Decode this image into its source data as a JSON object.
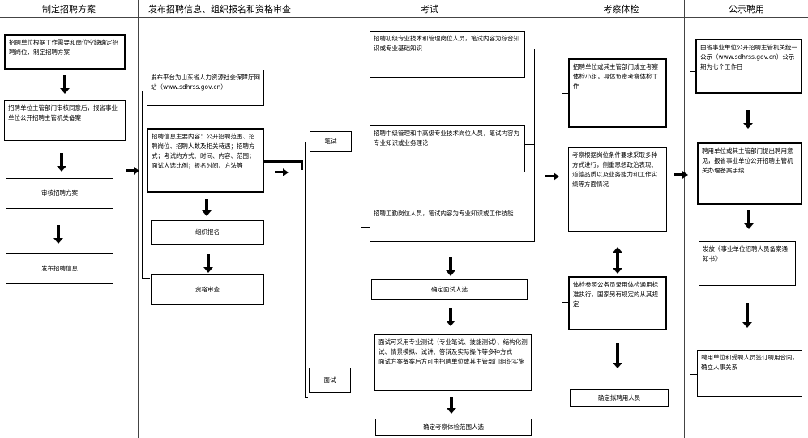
{
  "headers": [
    "制定招聘方案",
    "发布招聘信息、组织报名和资格审查",
    "考试",
    "考察体检",
    "公示聘用"
  ],
  "col1": {
    "box1": "招聘单位根据工作需要和岗位空缺确定招聘岗位，制定招聘方案",
    "box2": "招聘单位主管部门审核同意后，报省事业单位公开招聘主管机关备案",
    "box3": "审核招聘方案",
    "box4": "发布招聘信息"
  },
  "col2": {
    "box1": "发布平台为山东省人力资源社会保障厅网站（www.sdhrss.gov.cn）",
    "box2": "招聘信息主要内容：公开招聘范围、招聘岗位、招聘人数及相关待遇；招聘方式；考试的方式、时间、内容、范围；面试人选比例；报名时间、方法等",
    "box3": "组织报名",
    "box4": "资格审查"
  },
  "col3": {
    "written_label": "笔试",
    "interview_label": "面试",
    "box1": "招聘初级专业技术和管理岗位人员，笔试内容为综合知识或专业基础知识",
    "box2": "招聘中级管理和中高级专业技术岗位人员，笔试内容为专业知识或业务理论",
    "box3": "招聘工勤岗位人员，笔试内容为专业知识或工作技能",
    "box4": "确定面试人选",
    "box5": "面试可采用专业测试（专业笔试、技能测试）、结构化测试、情景模拟、试讲、答辩及实际操作等多种方式\n面试方案备案后方可由招聘单位或其主管部门组织实施",
    "box6": "确定考察体检范围人选"
  },
  "col4": {
    "box1": "招聘单位或其主管部门成立考察体检小组，具体负责考察体检工作",
    "box2": "考察根据岗位条件要求采取多种方式进行，侧重思想政治表现、道德品质以及业务能力和工作实绩等方面情况",
    "box3": "体检参照公务员录用体检通用标准执行，国家另有规定的从其规定",
    "box4": "确定拟聘用人员"
  },
  "col5": {
    "box1": "由省事业单位公开招聘主管机关统一公示（www.sdhrss.gov.cn）公示期为七个工作日",
    "box2": "聘用单位或其主管部门提出聘用意见，报省事业单位公开招聘主管机关办理备案手续",
    "box3": "发放《事业单位招聘人员备案通知书》",
    "box4": "聘用单位和受聘人员签订聘用合同，确立人事关系"
  }
}
